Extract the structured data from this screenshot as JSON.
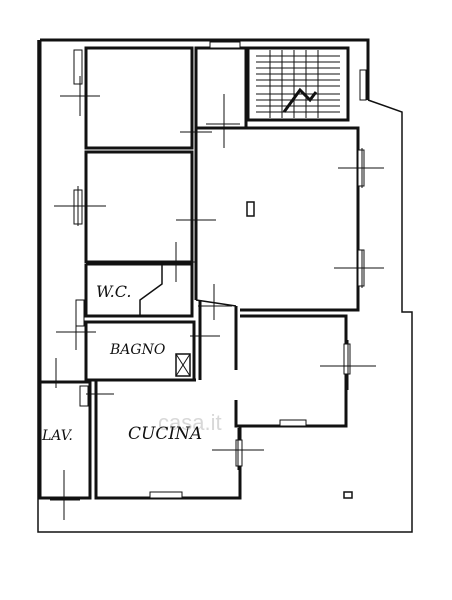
{
  "rooms": {
    "wc": "W.C.",
    "bagno": "BAGNO",
    "lav": "LAV.",
    "cucina": "CUCINA"
  },
  "watermark": "casa.it"
}
